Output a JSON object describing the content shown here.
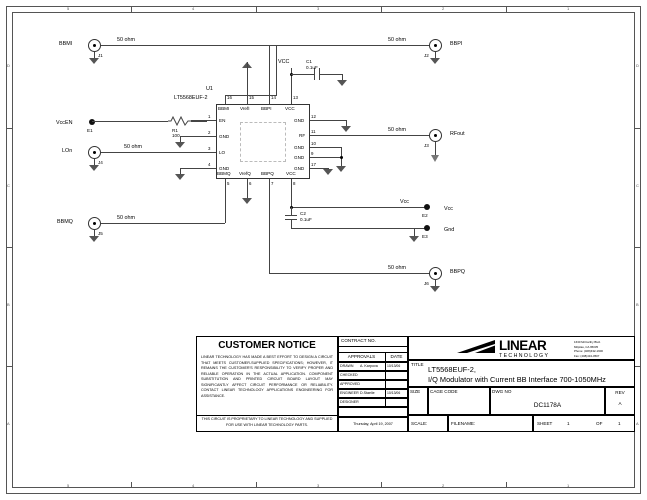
{
  "sheet": {
    "zone_columns": [
      "5",
      "4",
      "3",
      "2",
      "1"
    ],
    "zone_rows": [
      "D",
      "C",
      "B",
      "A"
    ]
  },
  "ic": {
    "ref": "U1",
    "part": "LT5568EUF-2",
    "pins_top": [
      {
        "num": "16",
        "name": "BBMI"
      },
      {
        "num": "15",
        "name": "VrefI"
      },
      {
        "num": "14",
        "name": "BBPI"
      },
      {
        "num": "13",
        "name": "VCC"
      }
    ],
    "pins_bottom": [
      {
        "num": "5",
        "name": "BBMQ"
      },
      {
        "num": "6",
        "name": "VrefQ"
      },
      {
        "num": "7",
        "name": "BBPQ"
      },
      {
        "num": "8",
        "name": "VCC"
      }
    ],
    "pins_left": [
      {
        "num": "1",
        "name": "EN"
      },
      {
        "num": "2",
        "name": "GND"
      },
      {
        "num": "3",
        "name": "LO"
      },
      {
        "num": "4",
        "name": "GND"
      }
    ],
    "pins_right": [
      {
        "num": "12",
        "name": "GND"
      },
      {
        "num": "11",
        "name": "RF"
      },
      {
        "num": "10",
        "name": "GND"
      },
      {
        "num": "9",
        "name": "GND"
      },
      {
        "num": "17",
        "name": "GND"
      }
    ]
  },
  "components": {
    "r1": {
      "ref": "R1",
      "value": "100"
    },
    "c1": {
      "ref": "C1",
      "value": "0.1uF"
    },
    "c2": {
      "ref": "C2",
      "value": "0.1uF"
    }
  },
  "nets": {
    "vcc_top": "VCC",
    "vcc_right": "Vcc"
  },
  "ports": [
    {
      "name": "BBMI",
      "ref": "J1",
      "trace": "50 ohm"
    },
    {
      "name": "VccEN",
      "ref": "E1",
      "trace": ""
    },
    {
      "name": "LOn",
      "ref": "J4",
      "trace": "50 ohm"
    },
    {
      "name": "BBMQ",
      "ref": "J5",
      "trace": "50 ohm"
    },
    {
      "name": "BBPI",
      "ref": "J2",
      "trace": "50 ohm"
    },
    {
      "name": "RFout",
      "ref": "J3",
      "trace": "50 ohm"
    },
    {
      "name": "Vcc",
      "ref": "E2",
      "trace": ""
    },
    {
      "name": "Gnd",
      "ref": "E3",
      "trace": ""
    },
    {
      "name": "BBPQ",
      "ref": "J6",
      "trace": "50 ohm"
    }
  ],
  "notice": {
    "heading": "CUSTOMER NOTICE",
    "body": "LINEAR TECHNOLOGY HAS MADE A BEST EFFORT TO DESIGN A CIRCUIT THAT MEETS CUSTOMER-SUPPLIED SPECIFICATIONS; HOWEVER, IT REMAINS THE CUSTOMER'S RESPONSIBILITY TO VERIFY PROPER AND RELIABLE OPERATION IN THE ACTUAL APPLICATION.  COMPONENT SUBSTITUTION AND PRINTED CIRCUIT BOARD LAYOUT MAY SIGNIFICANTLY AFFECT CIRCUIT PERFORMANCE OR RELIABILITY.  CONTACT LINEAR TECHNOLOGY APPLICATIONS ENGINEERING FOR ASSISTANCE.",
    "footer": "THIS CIRCUIT IS PROPRIETARY TO LINEAR TECHNOLOGY AND SUPPLIED FOR USE WITH LINEAR TECHNOLOGY PARTS."
  },
  "titleblock": {
    "contract_label": "CONTRACT NO.",
    "contract_value": "",
    "approvals_label": "APPROVALS",
    "date_label": "DATE",
    "rows": [
      {
        "role": "DRAWN",
        "name": "A. Karpova",
        "date": "10/13/06"
      },
      {
        "role": "CHECKED",
        "name": "",
        "date": ""
      },
      {
        "role": "APPROVED",
        "name": "",
        "date": ""
      },
      {
        "role": "ENGINEER",
        "name": "D.Staelie",
        "date": "10/13/06"
      },
      {
        "role": "DESIGNER",
        "name": "",
        "date": ""
      }
    ],
    "date_stamp": "Thursday, April 19, 2007",
    "logo_word": "LINEAR",
    "logo_sub": "TECHNOLOGY",
    "address": [
      "1630 McCarthy Blvd.",
      "Milpitas, CA 95035",
      "Phone: (408)432-1900",
      "Fax: (408)434-0507"
    ],
    "title_label": "TITLE",
    "title_line1": "LT5568EUF-2,",
    "title_line2": "I/Q Modulator with Current BB Interface 700-1050MHz",
    "size_label": "SIZE",
    "size_value": "",
    "cage_label": "CAGE CODE",
    "cage_value": "",
    "dwg_label": "DWG NO",
    "dwg_value": "DC1178A",
    "rev_label": "REV",
    "rev_value": "A",
    "scale_label": "SCALE:",
    "scale_value": "",
    "filename_label": "FILENAME:",
    "filename_value": "",
    "sheet_label": "SHEET",
    "sheet_value": "1",
    "of_label": "OF",
    "of_value": "1"
  }
}
